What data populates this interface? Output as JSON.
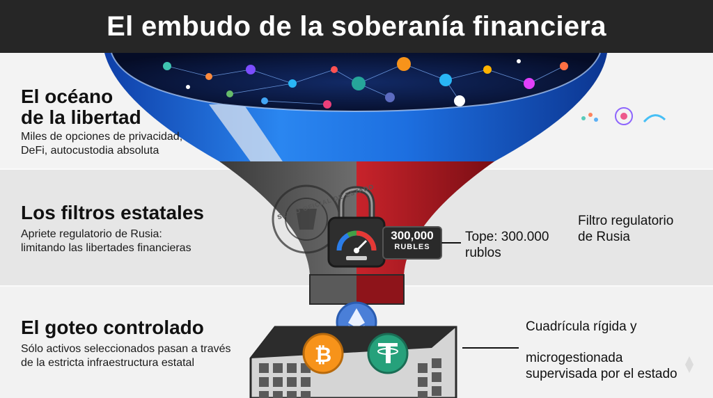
{
  "header": {
    "title": "El embudo de la soberanía financiera"
  },
  "sections": [
    {
      "heading_line1": "El océano",
      "heading_line2": "de la libertad",
      "desc_line1": "Miles de opciones de privacidad,",
      "desc_line2": "DeFi, autocustodia absoluta"
    },
    {
      "heading": "Los filtros estatales",
      "desc_line1": "Apriete regulatorio de Rusia:",
      "desc_line2": "limitando las libertades financieras"
    },
    {
      "heading": "El goteo controlado",
      "desc_line1": "Sólo activos seleccionados pasan a través",
      "desc_line2": "de la estricta infraestructura estatal"
    }
  ],
  "lock": {
    "amount": "300,000",
    "unit": "RUBLES"
  },
  "seal": {
    "text": "SELLO OFICIAL DE ESTADO"
  },
  "callouts": {
    "cap_line1": "Tope: 300.000",
    "cap_line2": "rublos",
    "filter_line1": "Filtro regulatorio",
    "filter_line2": "de Rusia",
    "grid_line1": "Cuadrícula rígida y",
    "grid_line2": "microgestionada",
    "grid_line3": "supervisada por el estado"
  },
  "icons": [
    "ethereum-icon",
    "bitcoin-icon",
    "tether-icon",
    "padlock-icon",
    "gauge-icon",
    "seal-icon",
    "network-icon"
  ],
  "colors": {
    "header_bg": "#262626",
    "funnel_blue": "#1d6fe0",
    "funnel_red": "#b71c22",
    "funnel_gray": "#5a5a5a",
    "bitcoin": "#f7931a",
    "tether": "#26a17b",
    "ethereum": "#4a7fd8"
  }
}
